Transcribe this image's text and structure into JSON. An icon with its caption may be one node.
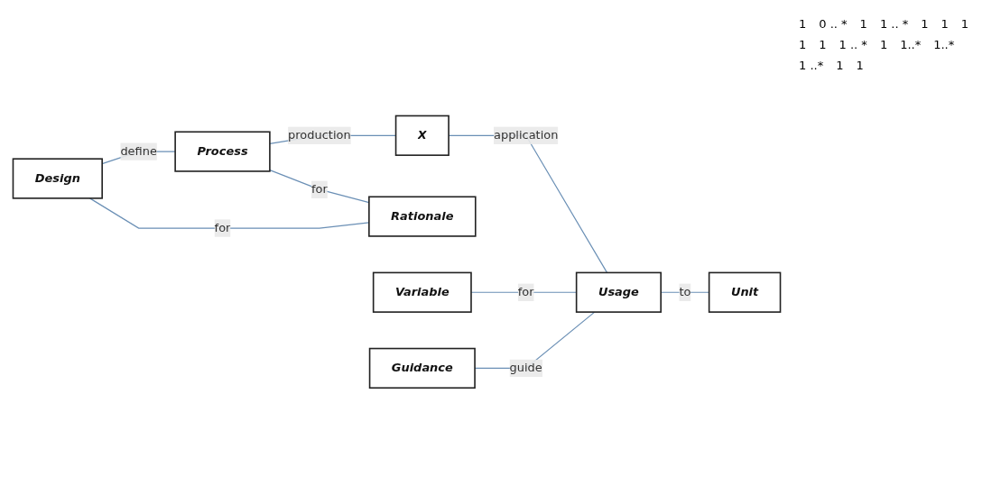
{
  "diagram": {
    "nodes": [
      {
        "text": [
          "Design"
        ]
      },
      {
        "text": [
          "Process"
        ]
      },
      {
        "text": [
          "X"
        ]
      },
      {
        "text": [
          "Rationale"
        ]
      },
      {
        "text": [
          "Variable"
        ]
      },
      {
        "text": [
          "Usage"
        ]
      },
      {
        "text": [
          "Guidance"
        ]
      },
      {
        "text": [
          "Unit"
        ]
      }
    ],
    "edges": [
      {
        "from": 0,
        "to": 1,
        "arrow": "none",
        "label": "define"
      },
      {
        "from": 1,
        "to": 2,
        "arrow": "none",
        "label": "production"
      },
      {
        "from": 0,
        "to": 3,
        "arrow": "none",
        "label": "for"
      },
      {
        "from": 1,
        "to": 3,
        "arrow": "none",
        "label": "for"
      },
      {
        "from": 2,
        "to": 5,
        "arrow": "none",
        "label": "application"
      },
      {
        "from": 4,
        "to": 5,
        "arrow": "none",
        "label": "for"
      },
      {
        "from": 6,
        "to": 5,
        "arrow": "none",
        "label": "guide"
      },
      {
        "from": 5,
        "to": 7,
        "arrow": "none",
        "label": "to"
      }
    ],
    "labels": [
      "1",
      "0 .. *",
      "1",
      "1 .. *",
      "1",
      "1",
      "1",
      "1",
      "1",
      "1 .. *",
      "1",
      "1..*",
      "1..*",
      "1 ..*",
      "1",
      "1"
    ]
  }
}
